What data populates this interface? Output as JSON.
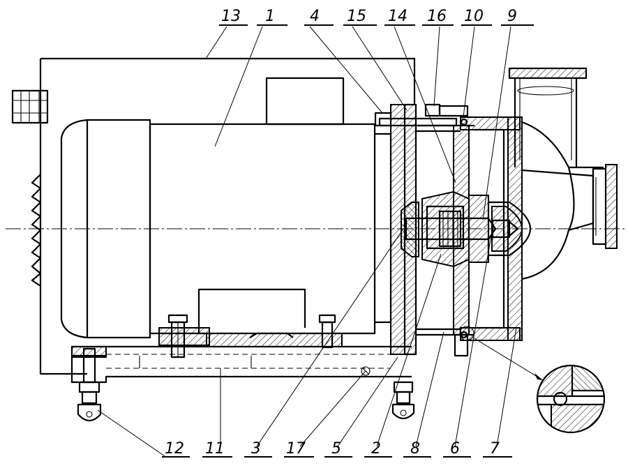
{
  "callouts_top": [
    {
      "id": "c13",
      "label": "13"
    },
    {
      "id": "c1",
      "label": "1"
    },
    {
      "id": "c4",
      "label": "4"
    },
    {
      "id": "c15",
      "label": "15"
    },
    {
      "id": "c14",
      "label": "14"
    },
    {
      "id": "c16",
      "label": "16"
    },
    {
      "id": "c10",
      "label": "10"
    },
    {
      "id": "c9",
      "label": "9"
    }
  ],
  "callouts_bottom": [
    {
      "id": "c12",
      "label": "12"
    },
    {
      "id": "c11",
      "label": "11"
    },
    {
      "id": "c3",
      "label": "3"
    },
    {
      "id": "c17",
      "label": "17"
    },
    {
      "id": "c5",
      "label": "5"
    },
    {
      "id": "c2",
      "label": "2"
    },
    {
      "id": "c8",
      "label": "8"
    },
    {
      "id": "c6",
      "label": "6"
    },
    {
      "id": "c7",
      "label": "7"
    }
  ],
  "colors": {
    "line": "#000000",
    "background": "#ffffff"
  }
}
